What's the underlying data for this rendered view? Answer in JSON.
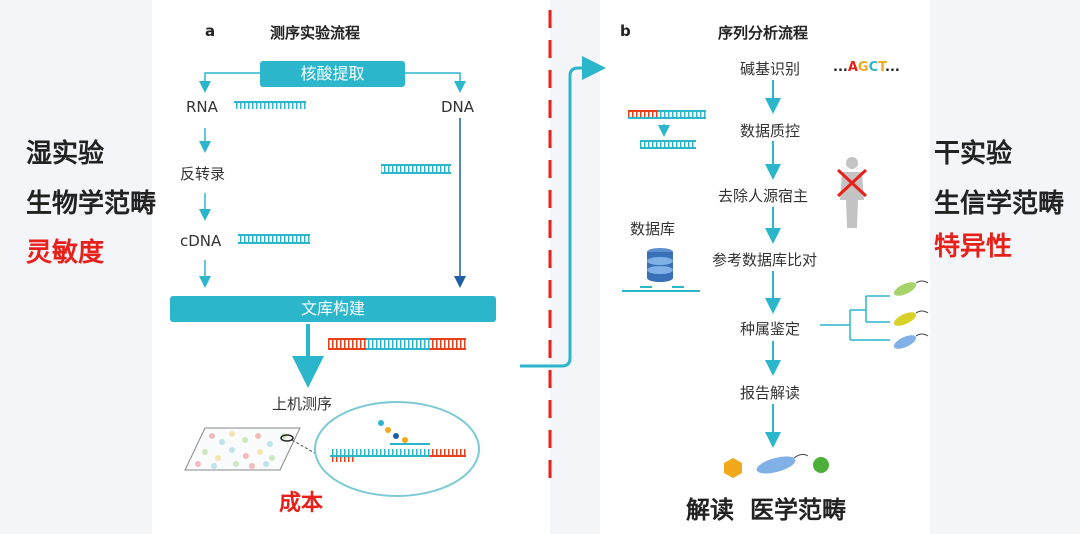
{
  "left_labels": {
    "wet_lab": "湿实验",
    "biology_paradigm": "生物学范畴",
    "sensitivity": "灵敏度"
  },
  "right_labels": {
    "dry_lab": "干实验",
    "bioinfo_paradigm": "生信学范畴",
    "specificity": "特异性"
  },
  "panel_a": {
    "letter": "a",
    "title": "测序实验流程",
    "nucleic_extraction": "核酸提取",
    "rna": "RNA",
    "dna": "DNA",
    "reverse_transcription": "反转录",
    "cdna": "cDNA",
    "library_construction": "文库构建",
    "sequencing": "上机测序",
    "cost": "成本"
  },
  "panel_b": {
    "letter": "b",
    "title": "序列分析流程",
    "base_calling": "碱基识别",
    "seq_prefix": "...",
    "seq_bases": [
      "A",
      "G",
      "C",
      "T"
    ],
    "seq_suffix": "...",
    "quality_control": "数据质控",
    "remove_host": "去除人源宿主",
    "database": "数据库",
    "db_alignment": "参考数据库比对",
    "species_identification": "种属鉴定",
    "report_interpretation": "报告解读",
    "interpretation": "解读",
    "medical_paradigm": "医学范畴"
  },
  "colors": {
    "teal": "#2bb6cc",
    "dark_blue": "#1f5fa8",
    "red": "#e8201a",
    "base_a": "#e8201a",
    "base_g": "#f2a81d",
    "base_c": "#2bb6cc",
    "base_t": "#f2a81d"
  }
}
